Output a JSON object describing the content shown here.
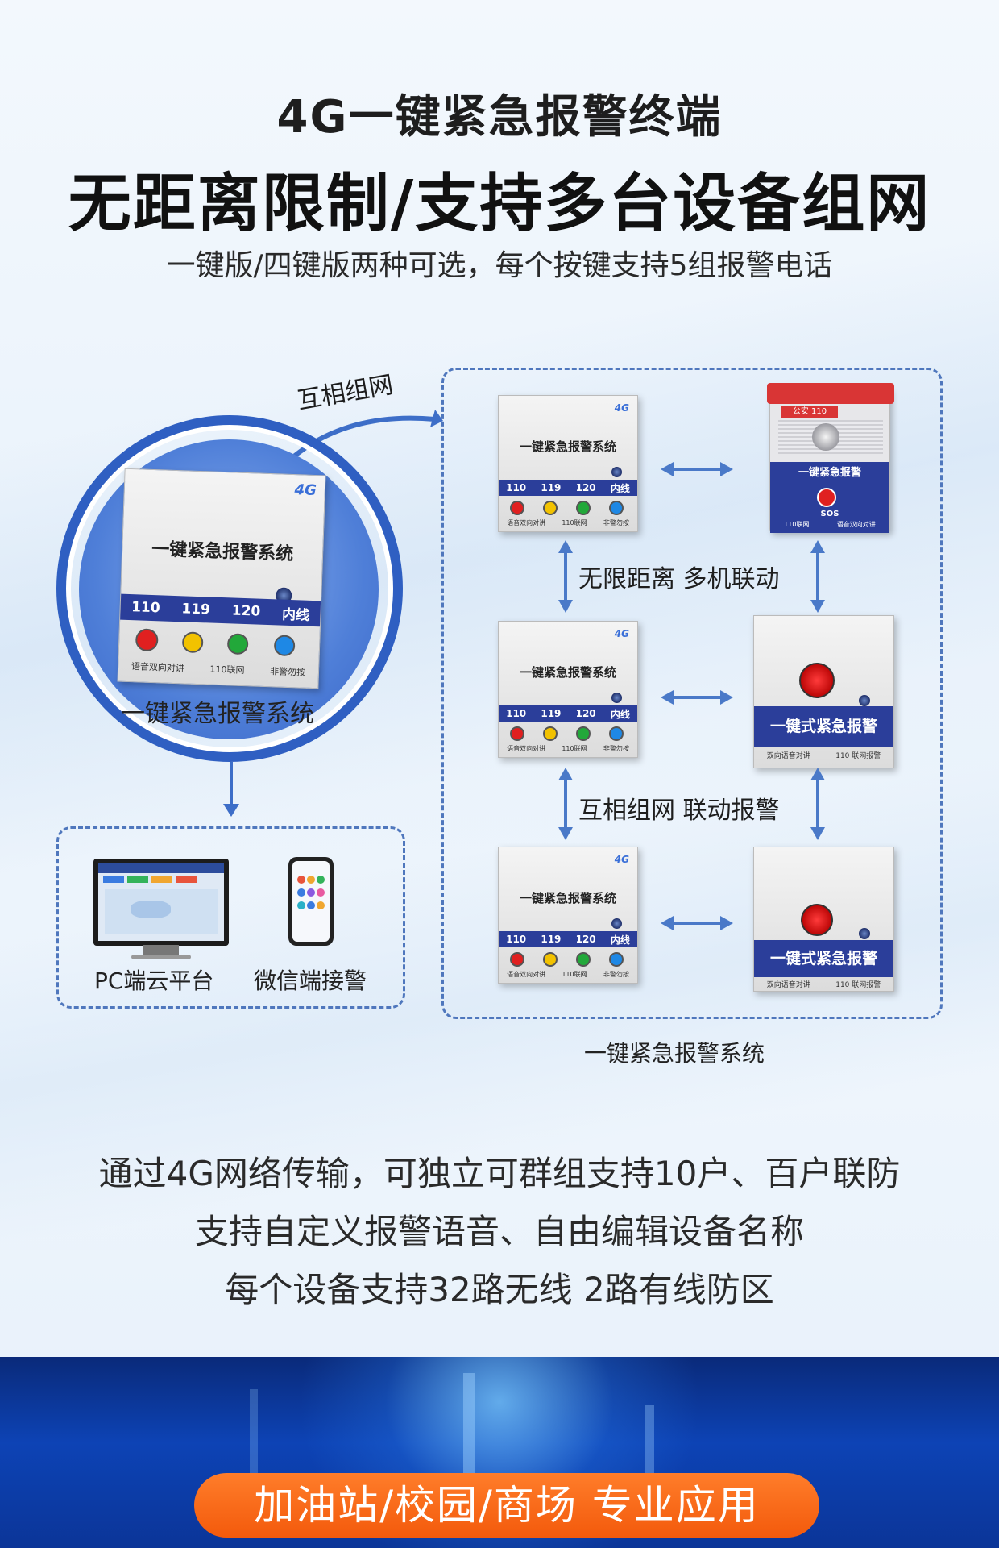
{
  "header": {
    "title_line1": "4G一键紧急报警终端",
    "title_line2": "无距离限制/支持多台设备组网",
    "subtitle": "一键版/四键版两种可选，每个按键支持5组报警电话"
  },
  "diagram": {
    "network_label": "互相组网",
    "left_device": {
      "name": "一键紧急报警系统",
      "brand_mark": "4G",
      "buttons": [
        "110",
        "119",
        "120",
        "内线"
      ],
      "footer": [
        "语音双向对讲",
        "110联网",
        "非警勿按"
      ],
      "caption": "一键紧急报警系统"
    },
    "outputs": {
      "pc_label": "PC端云平台",
      "wechat_label": "微信端接警"
    },
    "right_group": {
      "label_1": "无限距离  多机联动",
      "label_2": "互相组网  联动报警",
      "caption": "一键紧急报警系统",
      "panel_device": {
        "top_badge": "公安 110",
        "name": "一键紧急报警",
        "sos": "SOS",
        "footer": [
          "110联网",
          "语音双向对讲"
        ]
      },
      "single_key_device": {
        "name": "一键式紧急报警",
        "footer": [
          "双向语音对讲",
          "110 联网报警"
        ]
      }
    }
  },
  "description": [
    "通过4G网络传输，可独立可群组支持10户、百户联防",
    "支持自定义报警语音、自由编辑设备名称",
    "每个设备支持32路无线 2路有线防区"
  ],
  "banner": {
    "text": "加油站/校园/商场  专业应用"
  },
  "colors": {
    "strip_blue": "#2b3e9a",
    "accent_blue": "#2f5fc2",
    "banner_orange": "#f35a0c",
    "button_red": "#e02020",
    "button_yellow": "#f2c200",
    "button_green": "#22a83a",
    "button_blue": "#1e88e5"
  }
}
